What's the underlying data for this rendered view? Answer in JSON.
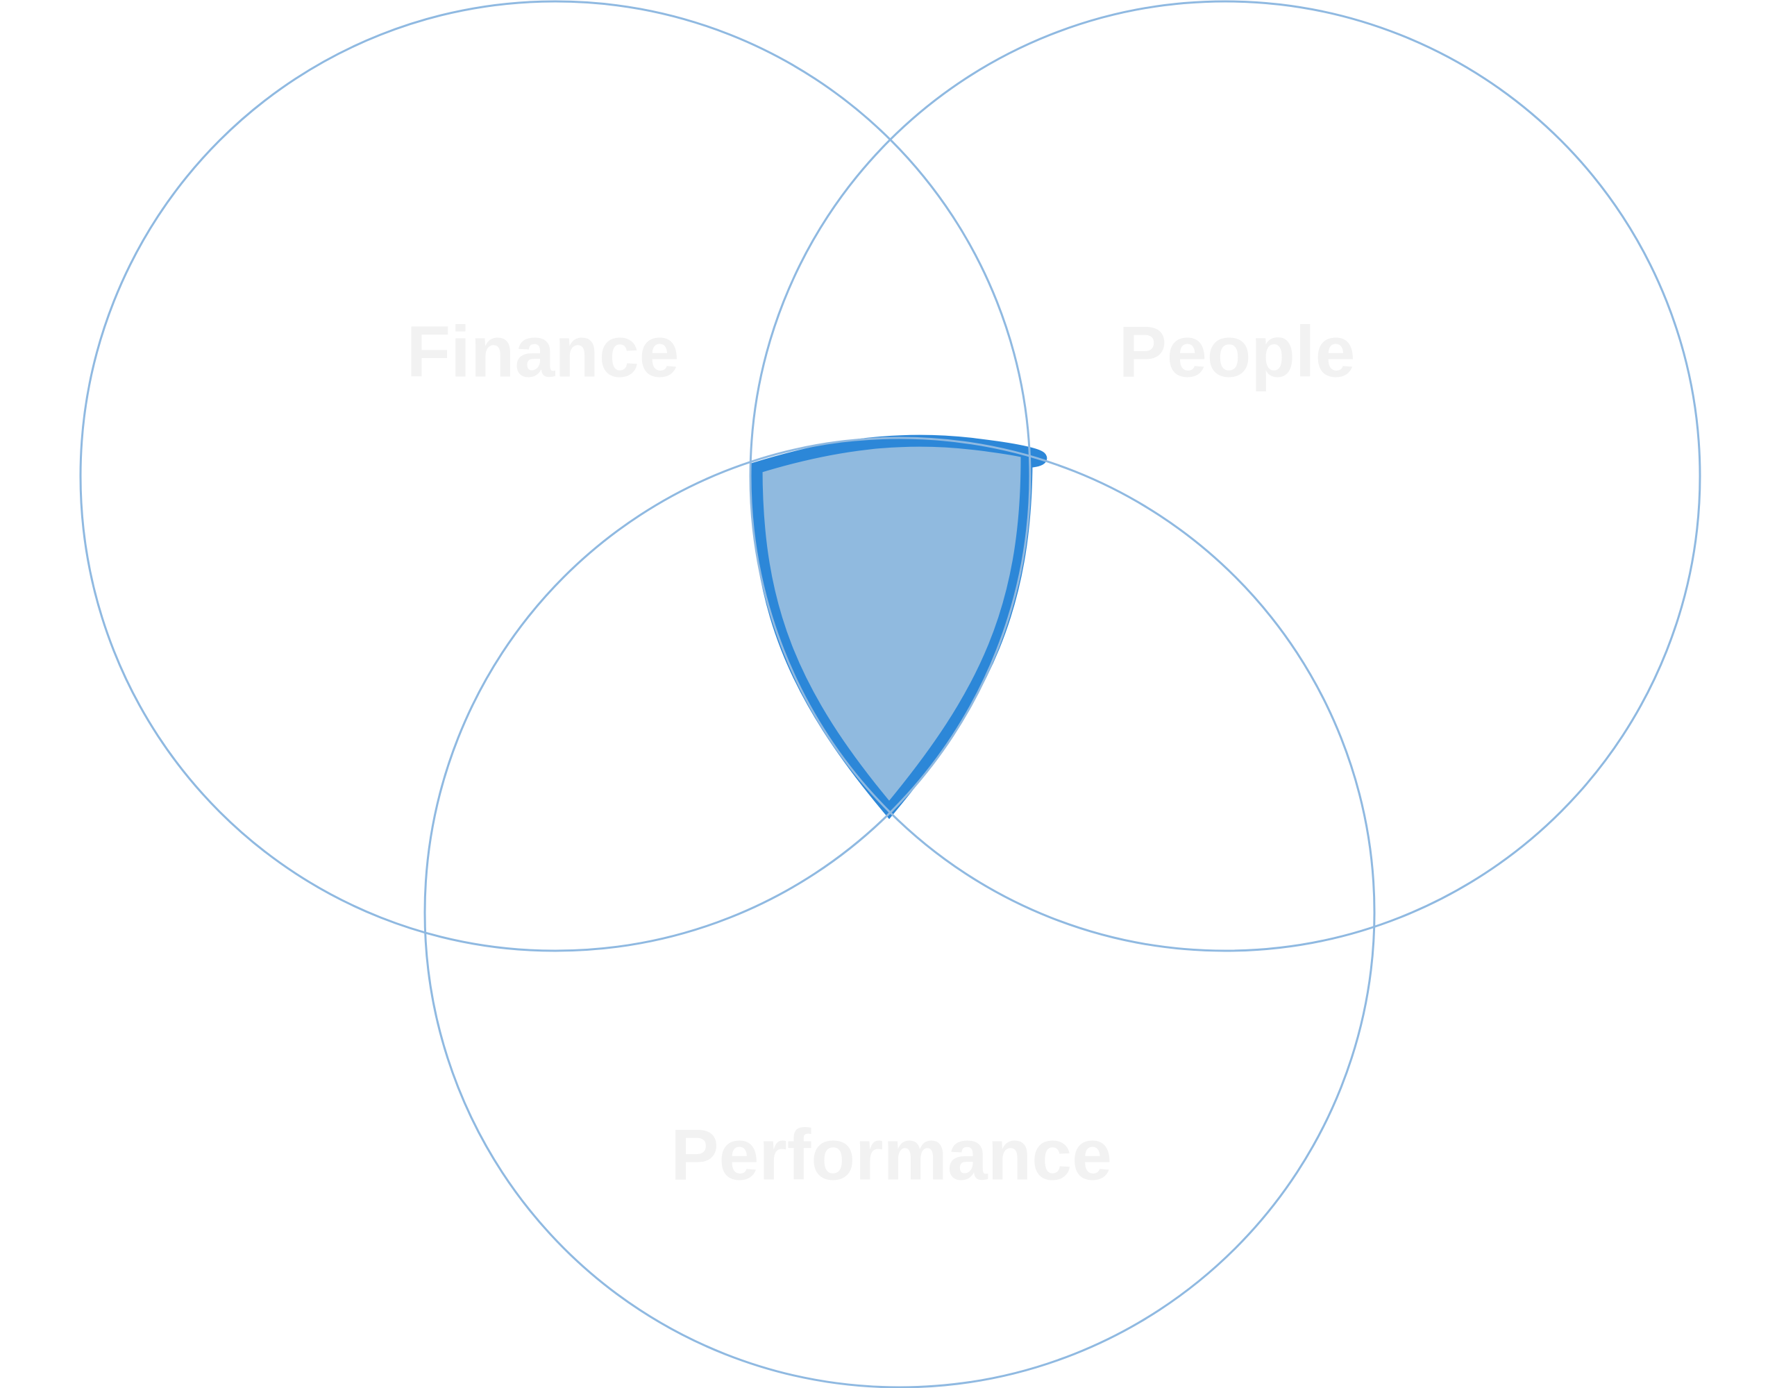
{
  "venn": {
    "colors": {
      "outline": "#8fb9e1",
      "label": "#f2f2f2",
      "highlight_fill": "#90badf",
      "highlight_stroke": "#2c87d8"
    },
    "sets": [
      {
        "id": "finance",
        "label": "Finance"
      },
      {
        "id": "people",
        "label": "People"
      },
      {
        "id": "performance",
        "label": "Performance"
      }
    ],
    "highlighted_region": [
      "finance",
      "people",
      "performance"
    ]
  }
}
